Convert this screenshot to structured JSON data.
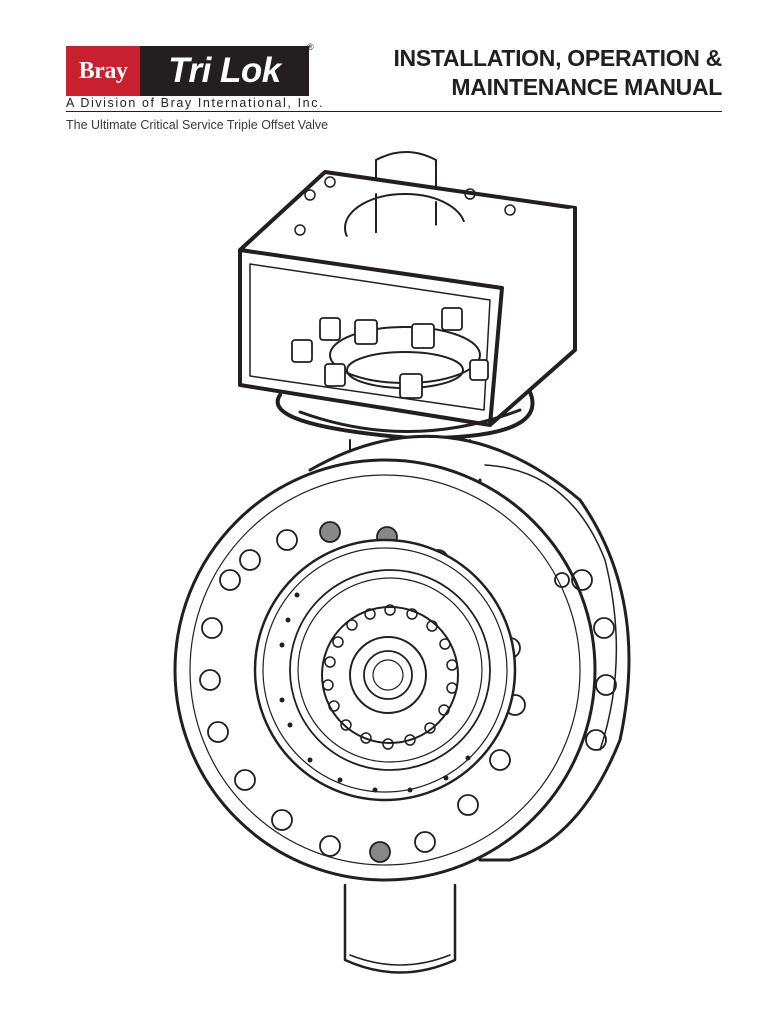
{
  "header": {
    "logo": {
      "brand": "Bray",
      "product": "Tri Lok",
      "registered_mark": "®"
    },
    "division": "A Division of Bray International, Inc.",
    "tagline": "The Ultimate Critical Service Triple Offset Valve",
    "title_line1": "INSTALLATION, OPERATION &",
    "title_line2": "MAINTENANCE MANUAL"
  },
  "colors": {
    "brand_red": "#c8202f",
    "brand_black": "#231f20"
  }
}
